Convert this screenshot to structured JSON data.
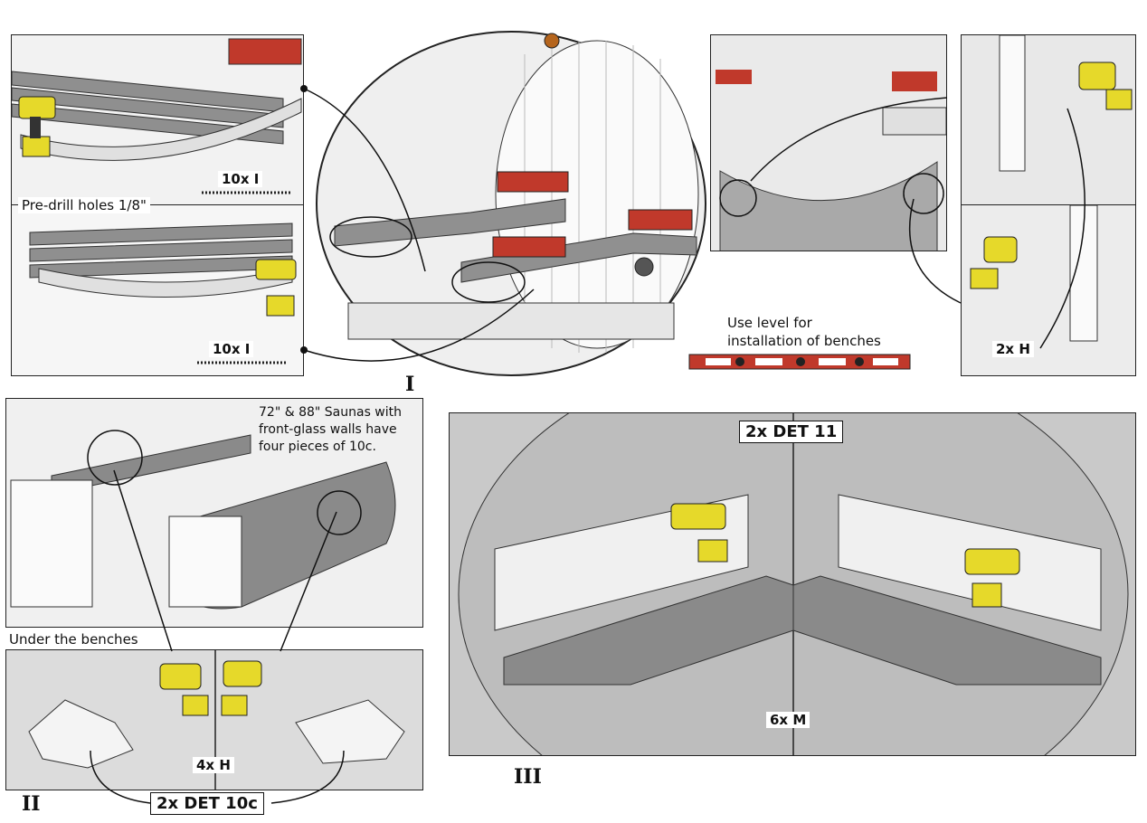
{
  "steps": {
    "one": "I",
    "two": "II",
    "three": "III"
  },
  "labels": {
    "predrill": "Pre-drill holes 1/8\"",
    "use_level_line1": "Use level for",
    "use_level_line2": "installation of benches",
    "sauna_note_line1": "72\" & 88\" Saunas with",
    "sauna_note_line2": "front-glass walls have",
    "sauna_note_line3": "four pieces of 10c.",
    "under_benches": "Under the benches"
  },
  "quantities": {
    "top_screws": "10x I",
    "lower_screws": "10x I",
    "right_screws": "2x H",
    "under_screws": "4x H",
    "det_10c": "2x DET 10c",
    "det_11": "2x DET 11",
    "m_screws": "6x M"
  },
  "colors": {
    "level_red": "#c0392b",
    "drill_yellow": "#e6d92a",
    "wood_dark": "#8a8a8a",
    "wood_light": "#d9d9d9"
  }
}
